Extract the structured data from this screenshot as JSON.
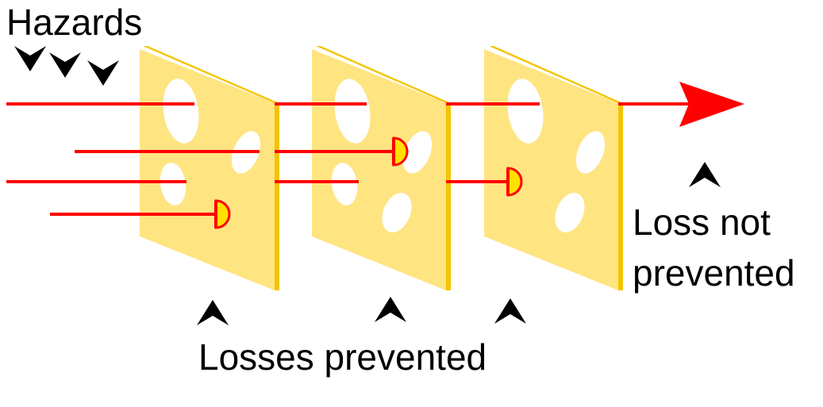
{
  "labels": {
    "hazards": "Hazards",
    "losses_prevented": "Losses prevented",
    "loss_not_prevented_line1": "Loss not",
    "loss_not_prevented_line2": "prevented"
  },
  "colors": {
    "slice_face": "#FFE482",
    "slice_edge": "#F4C400",
    "hole": "#FFFFFF",
    "ray": "#FF0000",
    "stopped_marker": "#FFE000",
    "pointer": "#000000",
    "text": "#000000"
  },
  "icons": {
    "hazard_pointer": "chevron-down-icon",
    "loss_pointer": "chevron-up-icon",
    "ray_arrowhead": "arrowhead-right-icon"
  }
}
